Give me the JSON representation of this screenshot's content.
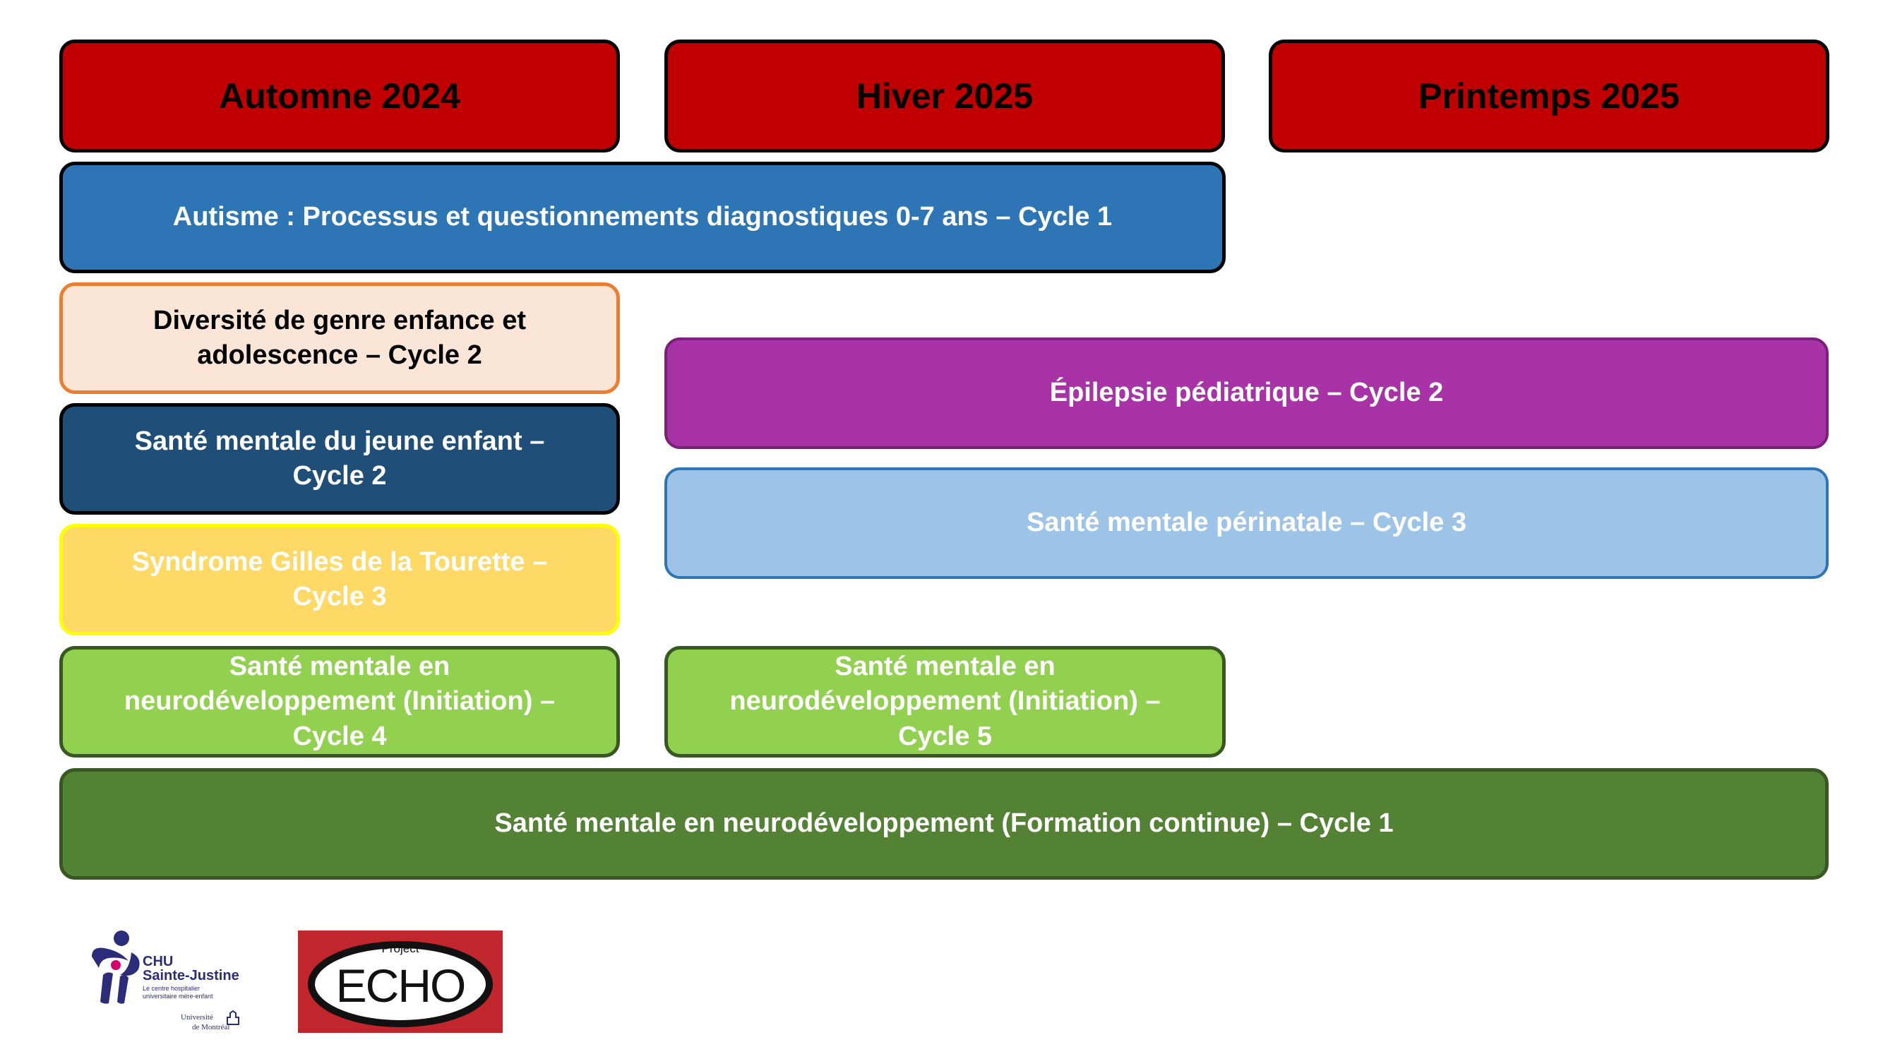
{
  "seasons": [
    {
      "label": "Automne 2024"
    },
    {
      "label": "Hiver 2025"
    },
    {
      "label": "Printemps 2025"
    }
  ],
  "programs": {
    "autism": "Autisme : Processus et questionnements diagnostiques 0-7 ans – Cycle 1",
    "genre_line1": "Diversité de genre enfance et",
    "genre_line2": "adolescence – Cycle 2",
    "jeune_line1": "Santé mentale du jeune enfant –",
    "jeune_line2": "Cycle 2",
    "tourette_line1": "Syndrome Gilles de la Tourette –",
    "tourette_line2": "Cycle 3",
    "epilepsie": "Épilepsie pédiatrique – Cycle 2",
    "perinatale": "Santé mentale périnatale – Cycle 3",
    "init4_line1": "Santé mentale en",
    "init4_line2": "neurodéveloppement (Initiation) –",
    "init4_line3": "Cycle 4",
    "init5_line1": "Santé mentale en",
    "init5_line2": "neurodéveloppement (Initiation) –",
    "init5_line3": "Cycle 5",
    "continue": "Santé mentale en neurodéveloppement (Formation continue) – Cycle 1"
  },
  "logos": {
    "chu_line1": "CHU",
    "chu_line2": "Sainte-Justine",
    "chu_line3": "Le centre hospitalier",
    "chu_line4": "universitaire mère-enfant",
    "udem_line1": "Université",
    "udem_line2": "de Montréal",
    "echo_small": "Project",
    "echo_main": "ECHO"
  }
}
